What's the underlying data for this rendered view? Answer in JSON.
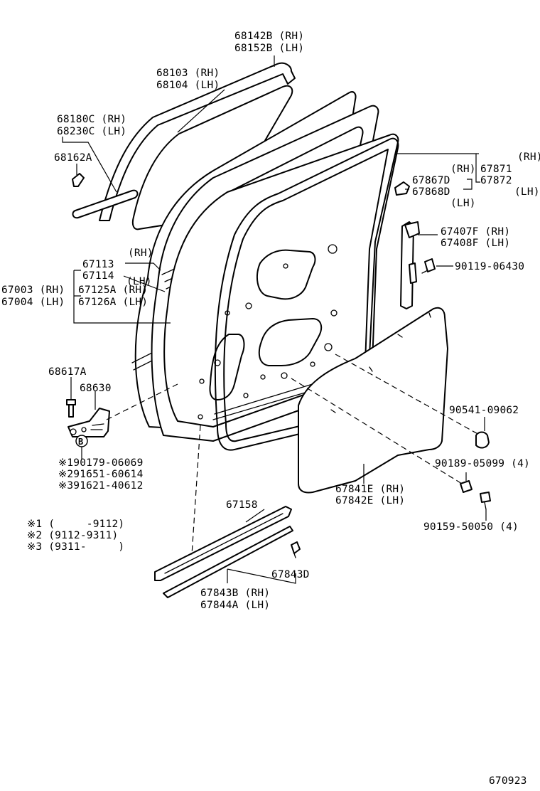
{
  "diagram_code": "670923",
  "labels": {
    "p68142B": "68142B (RH)",
    "p68152B": "68152B (LH)",
    "p68103": "68103 (RH)",
    "p68104": "68104 (LH)",
    "p68180C": "68180C (RH)",
    "p68230C": "68230C (LH)",
    "p68162A": "68162A",
    "rh_a": "(RH)",
    "p67871": "67871",
    "p67872": "67872",
    "lh_a": "(LH)",
    "rh_b": "(RH)",
    "p67867D": "67867D",
    "p67868D": "67868D",
    "lh_b": "(LH)",
    "p67407F": "67407F (RH)",
    "p67408F": "67408F (LH)",
    "p90119": "90119-06430",
    "rh_c": "(RH)",
    "p67113": "67113",
    "p67114": "67114",
    "lh_c": "(LH)",
    "p67003": "67003 (RH)",
    "p67004": "67004 (LH)",
    "p67125A": "67125A (RH)",
    "p67126A": "67126A (LH)",
    "p68617A": "68617A",
    "p68630": "68630",
    "ref_b": "B",
    "s1": "※190179-06069",
    "s2": "※291651-60614",
    "s3": "※391621-40612",
    "n1": "※1 (     -9112)",
    "n2": "※2 (9112-9311)",
    "n3": "※3 (9311-     )",
    "p90541": "90541-09062",
    "p90189": "90189-05099 (4)",
    "p67841E": "67841E (RH)",
    "p67842E": "67842E (LH)",
    "p90159": "90159-50050 (4)",
    "p67158": "67158",
    "p67843D": "67843D",
    "p67843B": "67843B (RH)",
    "p67844A": "67844A (LH)"
  }
}
